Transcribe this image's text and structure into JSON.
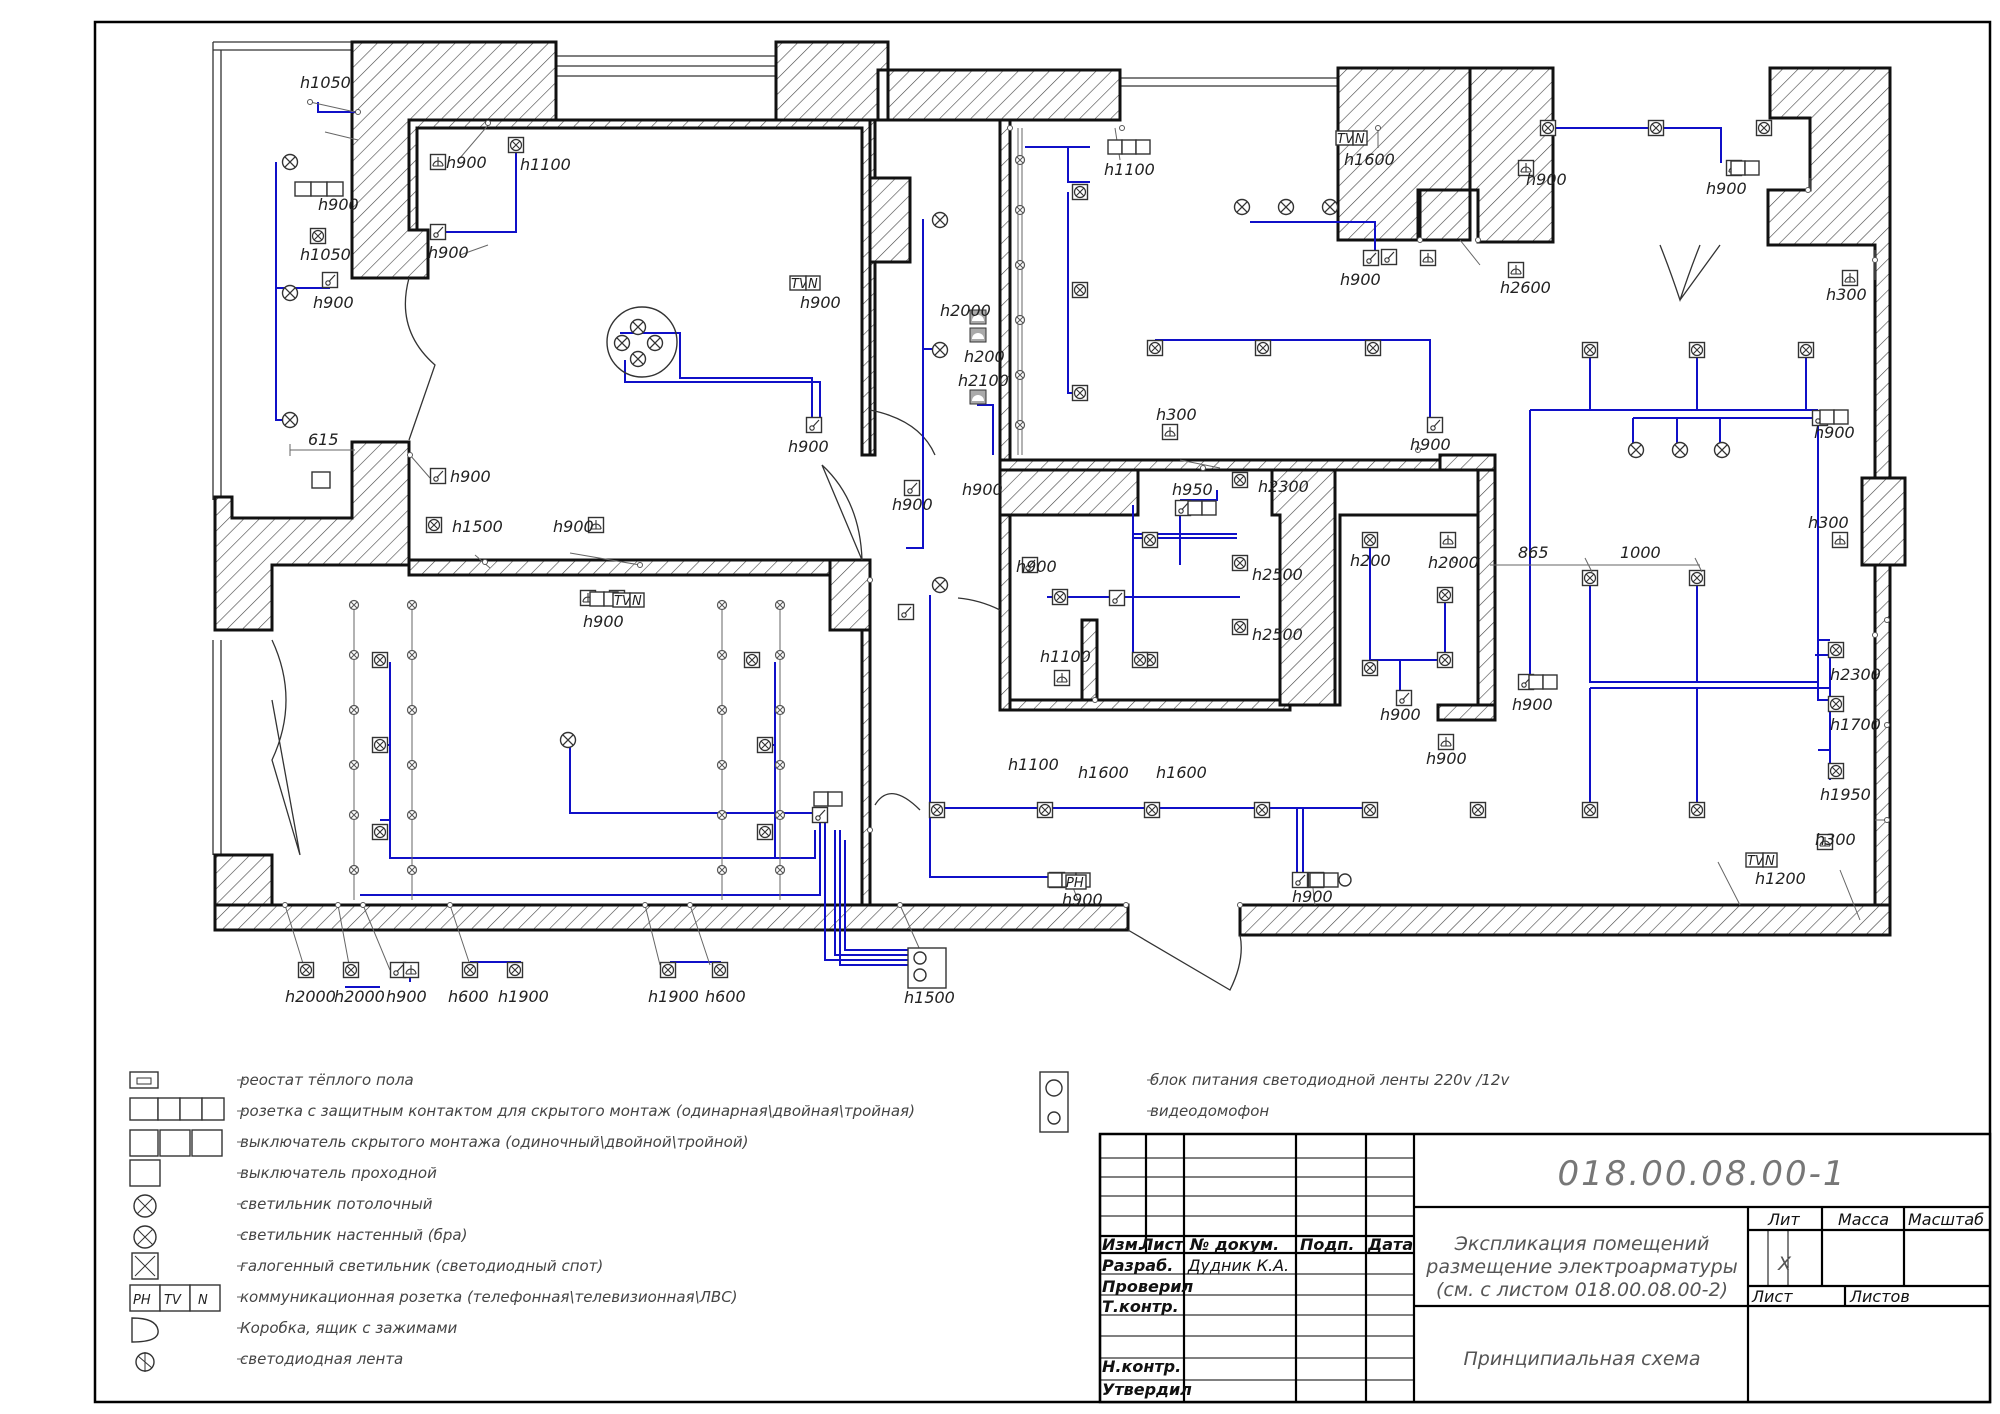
{
  "height_labels": {
    "h1050_a": "h1050",
    "h1050_b": "h1050",
    "h900_a": "h900",
    "h900_b": "h900",
    "h1100_a": "h1100",
    "h900_c": "h900",
    "h900_d": "h900",
    "h900_e": "h900",
    "h1500_a": "h1500",
    "h900_f": "h900",
    "h900_g": "h900",
    "h900_h": "h900",
    "h2000_a": "h2000",
    "h200_a": "h200",
    "h2100_a": "h2100",
    "h900_i": "h900",
    "h900_j": "h900",
    "h1100_b": "h1100",
    "h1600_a": "h1600",
    "h900_k": "h900",
    "h900_l": "h900",
    "h2600_a": "h2600",
    "h300_a": "h300",
    "h300_b": "h300",
    "h900_m": "h900",
    "h900_n": "h900",
    "h950_a": "h950",
    "h2300_a": "h2300",
    "h2500_a": "h2500",
    "h2500_b": "h2500",
    "h900_o": "h900",
    "h1100_c": "h1100",
    "h200_b": "h200",
    "h2000_b": "h2000",
    "h900_p": "h900",
    "h900_q": "h900",
    "h900_r": "h900",
    "h300_c": "h300",
    "h2300_b": "h2300",
    "h1700_a": "h1700",
    "h1950_a": "h1950",
    "h300_d": "h300",
    "h1200_a": "h1200",
    "h1100_d": "h1100",
    "h1600_b": "h1600",
    "h1600_c": "h1600",
    "h900_s": "h900",
    "h900_t": "h900",
    "h900_u": "h900",
    "h2000_c": "h2000",
    "h2000_d": "h2000",
    "h900_v": "h900",
    "h600_a": "h600",
    "h1900_a": "h1900",
    "h1900_b": "h1900",
    "h600_b": "h600",
    "h1500_b": "h1500",
    "h900_w": "h900"
  },
  "dimensions": {
    "d615": "615",
    "d865": "865",
    "d1000": "1000"
  },
  "symbol_text": {
    "tv": "TV",
    "n": "N",
    "ph": "PH"
  },
  "legend": {
    "left": [
      "реостат тёплого пола",
      "розетка с защитным контактом для скрытого монтаж (одинарная\\двойная\\тройная)",
      "выключатель скрытого монтажа (одиночный\\двойной\\тройной)",
      "выключатель проходной",
      "светильник потолочный",
      "светильник настенный (бра)",
      "галогенный светильник (светодиодный спот)",
      "коммуникационная розетка (телефонная\\телевизионная\\ЛВС)",
      "Коробка, ящик с зажимами",
      "светодиодная лента"
    ],
    "right": [
      "блок питания светодиодной ленты 220v /12v",
      "видеодомофон"
    ],
    "comm_letters": [
      "PH",
      "TV",
      "N"
    ]
  },
  "title_block": {
    "doc_code": "018.00.08.00-1",
    "description_lines": [
      "Экспликация помещений",
      "размещение электроарматуры",
      "(см. с листом 018.00.08.00-2)"
    ],
    "scheme_title": "Принципиальная схема",
    "col_izm": "Изм.",
    "col_list": "Лист",
    "col_doc": "№ докум.",
    "col_sign": "Подп.",
    "col_date": "Дата",
    "row_razrab": "Разраб.",
    "row_proveril": "Проверил",
    "row_tkontr": "Т.контр.",
    "row_nkontr": "Н.контр.",
    "row_utverdil": "Утвердил",
    "author": "Дудник К.А.",
    "lit": "Лит",
    "massa": "Масса",
    "masshtab": "Масштаб",
    "lit_value": "X",
    "list_label": "Лист",
    "listov_label": "Листов"
  },
  "colors": {
    "wiring": "#1010c8",
    "walls": "#111111",
    "frame": "#000000"
  }
}
